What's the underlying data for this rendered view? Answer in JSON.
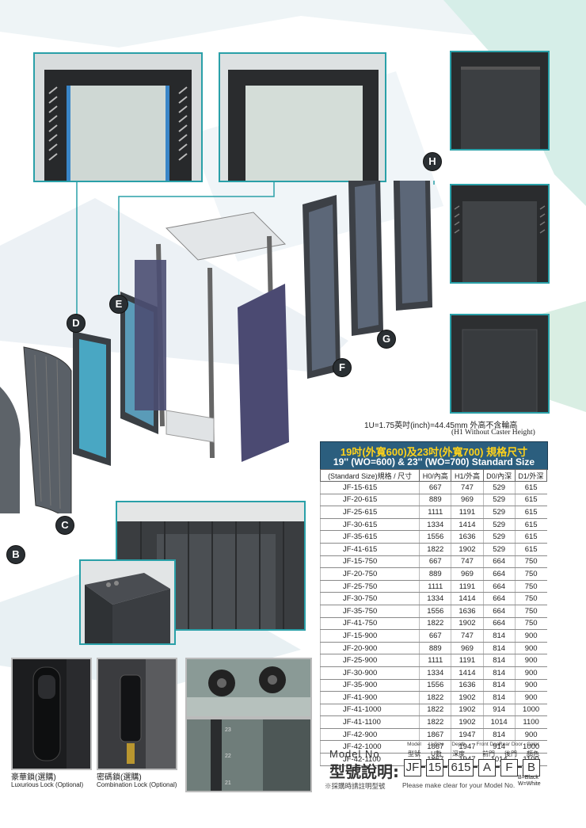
{
  "door_labels": [
    "B",
    "C",
    "D",
    "E",
    "F",
    "G",
    "H"
  ],
  "notes": {
    "unit_note": "1U=1.75英吋(inch)=44.45mm 外高不含輪高",
    "h1_note": "(H1 Without Caster Height)"
  },
  "spec": {
    "title_cn": "19吋(外寬600)及23吋(外寬700) 規格尺寸",
    "title_en": "19'' (WO=600) & 23'' (WO=700) Standard Size",
    "headers": [
      "(Standard Size)規格 / 尺寸",
      "H0/內高",
      "H1/外高",
      "D0/內深",
      "D1/外深"
    ],
    "rows": [
      [
        "JF-15-615",
        "667",
        "747",
        "529",
        "615"
      ],
      [
        "JF-20-615",
        "889",
        "969",
        "529",
        "615"
      ],
      [
        "JF-25-615",
        "1111",
        "1191",
        "529",
        "615"
      ],
      [
        "JF-30-615",
        "1334",
        "1414",
        "529",
        "615"
      ],
      [
        "JF-35-615",
        "1556",
        "1636",
        "529",
        "615"
      ],
      [
        "JF-41-615",
        "1822",
        "1902",
        "529",
        "615"
      ],
      [
        "JF-15-750",
        "667",
        "747",
        "664",
        "750"
      ],
      [
        "JF-20-750",
        "889",
        "969",
        "664",
        "750"
      ],
      [
        "JF-25-750",
        "1111",
        "1191",
        "664",
        "750"
      ],
      [
        "JF-30-750",
        "1334",
        "1414",
        "664",
        "750"
      ],
      [
        "JF-35-750",
        "1556",
        "1636",
        "664",
        "750"
      ],
      [
        "JF-41-750",
        "1822",
        "1902",
        "664",
        "750"
      ],
      [
        "JF-15-900",
        "667",
        "747",
        "814",
        "900"
      ],
      [
        "JF-20-900",
        "889",
        "969",
        "814",
        "900"
      ],
      [
        "JF-25-900",
        "1111",
        "1191",
        "814",
        "900"
      ],
      [
        "JF-30-900",
        "1334",
        "1414",
        "814",
        "900"
      ],
      [
        "JF-35-900",
        "1556",
        "1636",
        "814",
        "900"
      ],
      [
        "JF-41-900",
        "1822",
        "1902",
        "814",
        "900"
      ],
      [
        "JF-41-1000",
        "1822",
        "1902",
        "914",
        "1000"
      ],
      [
        "JF-41-1100",
        "1822",
        "1902",
        "1014",
        "1100"
      ],
      [
        "JF-42-900",
        "1867",
        "1947",
        "814",
        "900"
      ],
      [
        "JF-42-1000",
        "1867",
        "1947",
        "914",
        "1000"
      ],
      [
        "JF-42-1100",
        "1867",
        "1947",
        "1014",
        "1100"
      ]
    ]
  },
  "model": {
    "label_en": "Model No",
    "label_cn": "型號說明:",
    "parts": [
      {
        "en": "Model",
        "cn": "型號",
        "value": "JF"
      },
      {
        "en": "U-Size",
        "cn": "U數",
        "value": "15"
      },
      {
        "en": "Depth",
        "cn": "深度",
        "value": "615"
      },
      {
        "en": "Front Door",
        "cn": "前門",
        "value": "A"
      },
      {
        "en": "Rear Door",
        "cn": "後門",
        "value": "F"
      },
      {
        "en": "Color",
        "cn": "顏色",
        "value": "B"
      }
    ],
    "color_black": "B=Black",
    "color_white": "W=White",
    "note_cn": "※採購時請註明型號",
    "note_en": "Please make clear for your Model No."
  },
  "captions": {
    "lux_cn": "豪華鎖(選購)",
    "lux_en": "Luxurious Lock (Optional)",
    "combo_cn": "密碼鎖(選購)",
    "combo_en": "Combination Lock (Optional)"
  },
  "photo_digits": [
    "23",
    "22",
    "21"
  ],
  "colors": {
    "teal": "#2aa0a8",
    "title_bg": "#2b5e7e",
    "title_yellow": "#ffd21a"
  }
}
